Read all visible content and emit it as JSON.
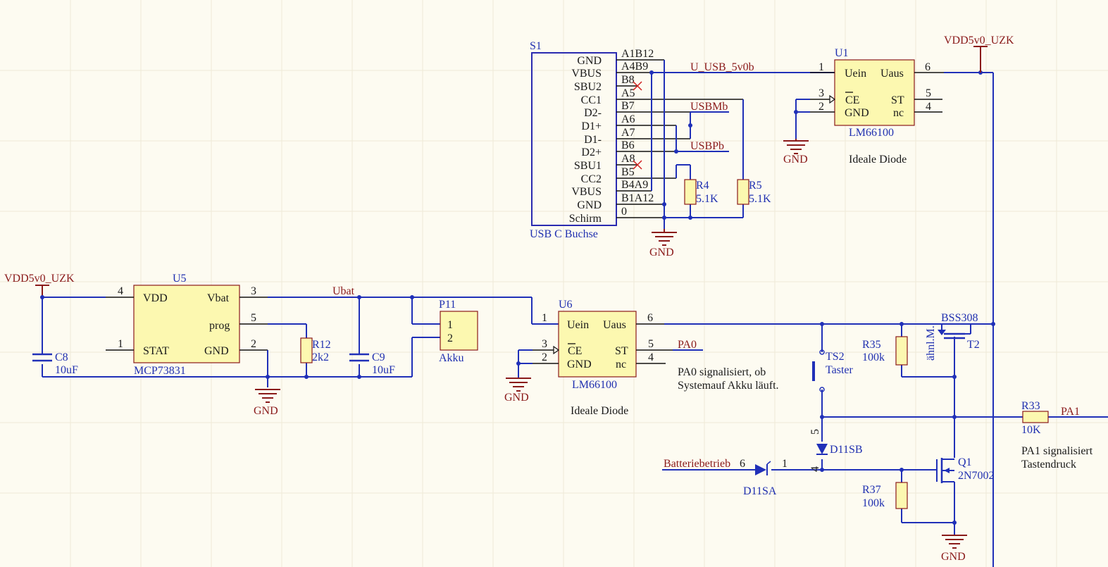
{
  "colors": {
    "background": "#fdfbf1",
    "wire": "#2030b8",
    "component_fill": "#fcf8b0",
    "net_label": "#8a1a1a",
    "designator": "#2030b0"
  },
  "s1": {
    "designator": "S1",
    "caption": "USB C Buchse",
    "pins": [
      "GND",
      "VBUS",
      "SBU2",
      "CC1",
      "D2-",
      "D1+",
      "D1-",
      "D2+",
      "SBU1",
      "CC2",
      "VBUS",
      "GND",
      "Schirm"
    ],
    "numbers": [
      "A1B12",
      "A4B9",
      "B8",
      "A5",
      "B7",
      "A6",
      "A7",
      "B6",
      "A8",
      "B5",
      "B4A9",
      "B1A12",
      "0"
    ]
  },
  "u1": {
    "designator": "U1",
    "part": "LM66100",
    "pin_uein": "Uein",
    "pin_uaus": "Uaus",
    "pin_ce": "CE",
    "pin_st": "ST",
    "pin_gnd": "GND",
    "pin_nc": "nc",
    "n1": "1",
    "n6": "6",
    "n3": "3",
    "n2": "2",
    "n5": "5",
    "n4": "4",
    "desc": "Ideale Diode"
  },
  "u6": {
    "designator": "U6",
    "part": "LM66100",
    "pin_uein": "Uein",
    "pin_uaus": "Uaus",
    "pin_ce": "CE",
    "pin_st": "ST",
    "pin_gnd": "GND",
    "pin_nc": "nc",
    "n1": "1",
    "n6": "6",
    "n3": "3",
    "n2": "2",
    "n5": "5",
    "n4": "4",
    "desc": "Ideale Diode"
  },
  "u5": {
    "designator": "U5",
    "part": "MCP73831",
    "pin_vdd": "VDD",
    "pin_vbat": "Vbat",
    "pin_prog": "prog",
    "pin_stat": "STAT",
    "pin_gnd": "GND",
    "n4": "4",
    "n3": "3",
    "n5": "5",
    "n1": "1",
    "n2": "2"
  },
  "p11": {
    "designator": "P11",
    "caption": "Akku",
    "n1": "1",
    "n2": "2"
  },
  "nets": {
    "vdd_top": "VDD5v0_UZK",
    "vdd_left": "VDD5v0_UZK",
    "u_usb": "U_USB_5v0b",
    "usbmb": "USBMb",
    "usbpb": "USBPb",
    "ubat": "Ubat",
    "pa0": "PA0",
    "pa1": "PA1",
    "batterie": "Batteriebetrieb",
    "gnd": "GND"
  },
  "r4": {
    "designator": "R4",
    "value": "5.1K"
  },
  "r5": {
    "designator": "R5",
    "value": "5.1K"
  },
  "r12": {
    "designator": "R12",
    "value": "2k2"
  },
  "r35": {
    "designator": "R35",
    "value": "100k"
  },
  "r37": {
    "designator": "R37",
    "value": "100k"
  },
  "r33": {
    "designator": "R33",
    "value": "10K"
  },
  "c8": {
    "designator": "C8",
    "value": "10uF"
  },
  "c9": {
    "designator": "C9",
    "value": "10uF"
  },
  "t2": {
    "designator": "T2",
    "part": "BSS308",
    "note": "ähnl.M."
  },
  "q1": {
    "designator": "Q1",
    "part": "2N7002"
  },
  "ts2": {
    "designator": "TS2",
    "caption": "Taster"
  },
  "d11sb": {
    "designator": "D11SB",
    "pin": "5",
    "pin2": "4"
  },
  "d11sa": {
    "designator": "D11SA",
    "pin6": "6",
    "pin1": "1"
  },
  "notes": {
    "pa0_line1": "PA0 signalisiert, ob",
    "pa0_line2": "Systemauf Akku läuft.",
    "pa1_line1": "PA1 signalisiert",
    "pa1_line2": "Tastendruck"
  }
}
